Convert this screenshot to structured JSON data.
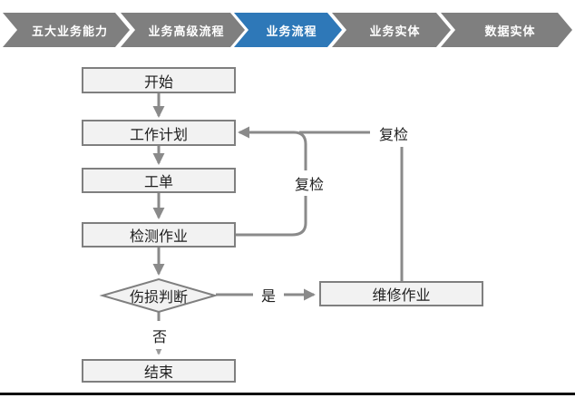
{
  "breadcrumb": {
    "steps": [
      {
        "label": "五大业务能力",
        "active": false
      },
      {
        "label": "业务高级流程",
        "active": false
      },
      {
        "label": "业务流程",
        "active": true
      },
      {
        "label": "业务实体",
        "active": false
      },
      {
        "label": "数据实体",
        "active": false
      }
    ]
  },
  "flowchart": {
    "nodes": {
      "start": "开始",
      "work_plan": "工作计划",
      "work_order": "工单",
      "inspection": "检测作业",
      "damage_decision": "伤损判断",
      "repair": "维修作业",
      "end": "结束"
    },
    "edge_labels": {
      "recheck_inner": "复检",
      "recheck_outer": "复检",
      "yes": "是",
      "no": "否"
    }
  },
  "colors": {
    "active_step_blue": "#2E78B8",
    "step_gray": "#7F7F7F",
    "connector_gray": "#8A8A8A",
    "node_fill": "#F2F2F2",
    "node_border": "#7F7F7F"
  }
}
